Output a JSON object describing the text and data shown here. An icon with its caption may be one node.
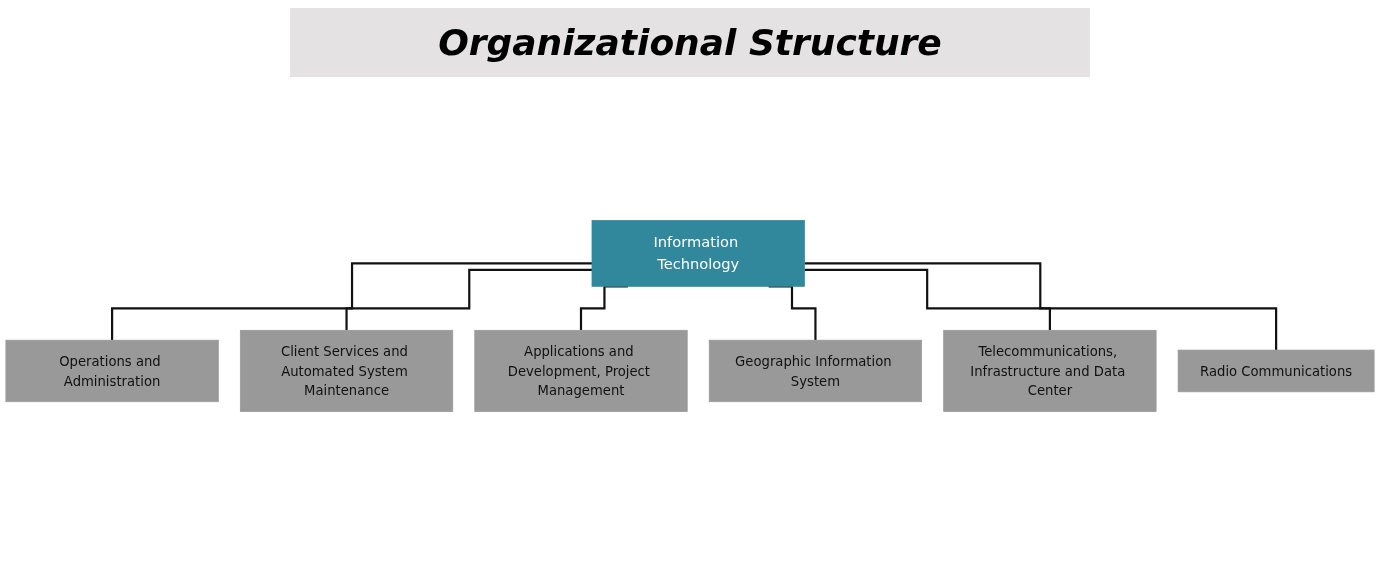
{
  "diagram": {
    "title": "Organizational Structure",
    "nodes": [
      {
        "text": [
          "Information Technology"
        ]
      },
      {
        "text": [
          "Operations and Administration"
        ]
      },
      {
        "text": [
          "Client Services and Automated System Maintenance"
        ]
      },
      {
        "text": [
          "Applications and Development, Project Management"
        ]
      },
      {
        "text": [
          "Geographic Information System"
        ]
      },
      {
        "text": [
          "Telecommunications, Infrastructure and Data Center"
        ]
      },
      {
        "text": [
          "Radio Communications"
        ]
      }
    ],
    "edges": [
      {
        "from": 0,
        "to": 1,
        "arrow": "none"
      },
      {
        "from": 0,
        "to": 2,
        "arrow": "none"
      },
      {
        "from": 0,
        "to": 3,
        "arrow": "none"
      },
      {
        "from": 0,
        "to": 4,
        "arrow": "none"
      },
      {
        "from": 0,
        "to": 5,
        "arrow": "none"
      },
      {
        "from": 0,
        "to": 6,
        "arrow": "none"
      }
    ]
  }
}
